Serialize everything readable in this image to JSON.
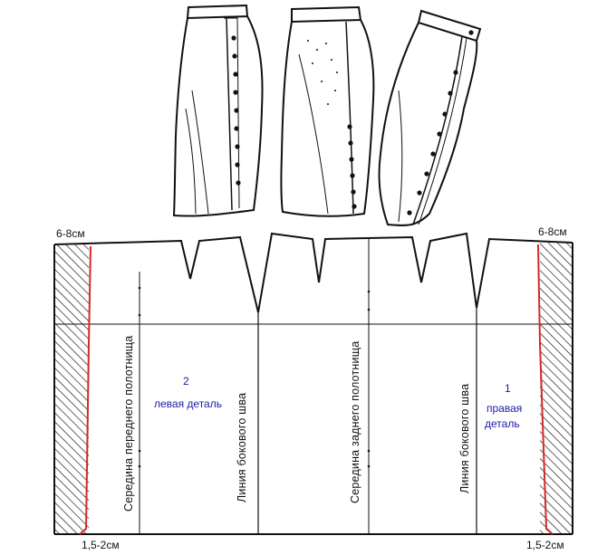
{
  "diagram": {
    "top_left_label": "6-8см",
    "top_right_label": "6-8см",
    "bottom_left_label": "1,5-2см",
    "bottom_right_label": "1,5-2см",
    "front_center_line": "Середина  переднего  полотнища",
    "side_seam_left": "Линия бокового шва",
    "back_center_line": "Середина  заднего полотнища",
    "side_seam_right": "Линия бокового шва",
    "left_piece_number": "2",
    "left_piece_name": "левая деталь",
    "right_piece_number": "1",
    "right_piece_name_line1": "правая",
    "right_piece_name_line2": "деталь",
    "colors": {
      "outline": "#111111",
      "overlap_edge": "#d42a2a",
      "piece_label": "#1a1aa8"
    }
  },
  "illustration": {
    "figures": [
      "skirt-front-view",
      "skirt-back-view",
      "skirt-side-view"
    ]
  }
}
